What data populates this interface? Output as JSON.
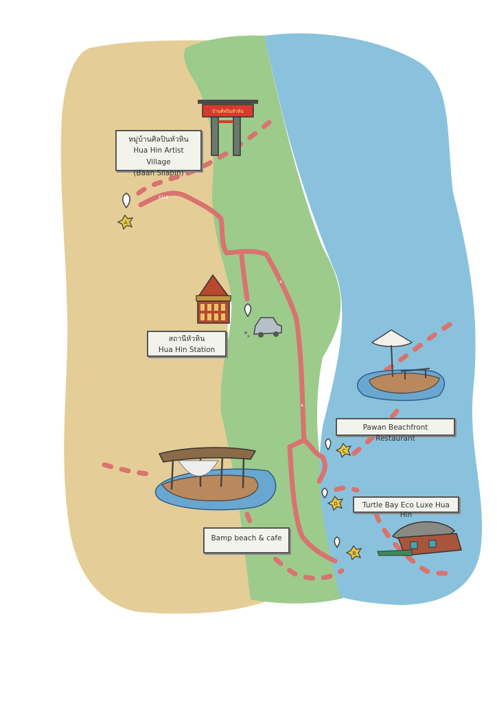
{
  "labels": {
    "artist_village": {
      "thai": "หมู่บ้านศิลปินหัวหิน",
      "en1": "Hua Hin Artist Village",
      "en2": "(Baan Silapin)"
    },
    "station": {
      "thai": "สถานีหัวหิน",
      "en": "Hua Hin Station"
    },
    "pawan": "Pawan Beachfront Restaurant",
    "turtle_bay": "Turtle Bay Eco Luxe Hua Hin",
    "bamp": "Bamp beach & cafe"
  },
  "road_numbers": {
    "r3218": "3218",
    "r4a": "4",
    "r4b": "4"
  },
  "markers": {
    "a": "A",
    "b": "B",
    "c": "C",
    "d": "D"
  },
  "gate_sign": "บ้านศิลปินหัวหิน",
  "colors": {
    "sand": "#e5cd98",
    "grass": "#9ccb8c",
    "sea": "#8ac2dd",
    "road": "#d9736f",
    "badge": "#e8c542"
  },
  "icons": [
    "location-pin-icon",
    "star-badge-icon",
    "gate-icon",
    "station-building-icon",
    "car-icon",
    "beach-umbrella-icon",
    "beach-hut-icon",
    "eco-dome-icon"
  ]
}
